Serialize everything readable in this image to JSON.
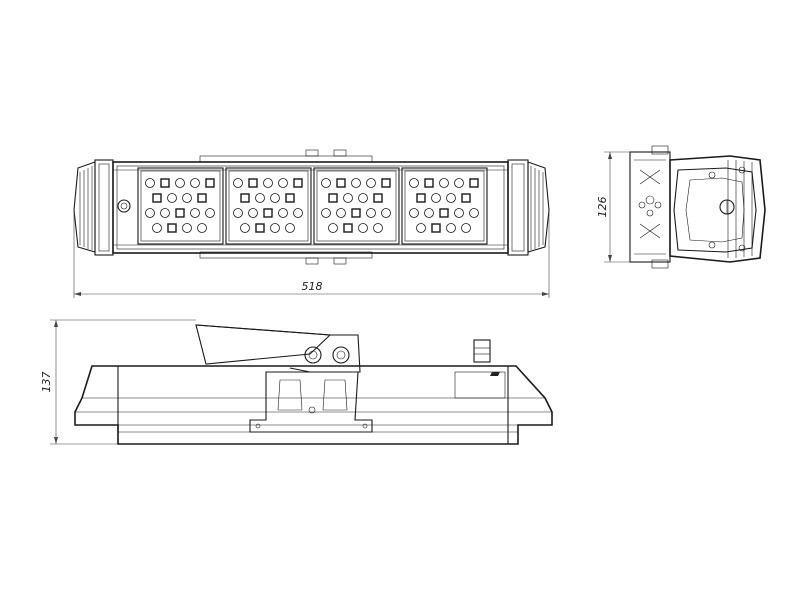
{
  "dimensions": {
    "length": "518",
    "height": "137",
    "width": "126"
  },
  "views": {
    "front": "front-view",
    "side": "side-view",
    "end": "end-view"
  },
  "led_grid": {
    "modules": 4,
    "rows": 4,
    "cols": 5
  }
}
